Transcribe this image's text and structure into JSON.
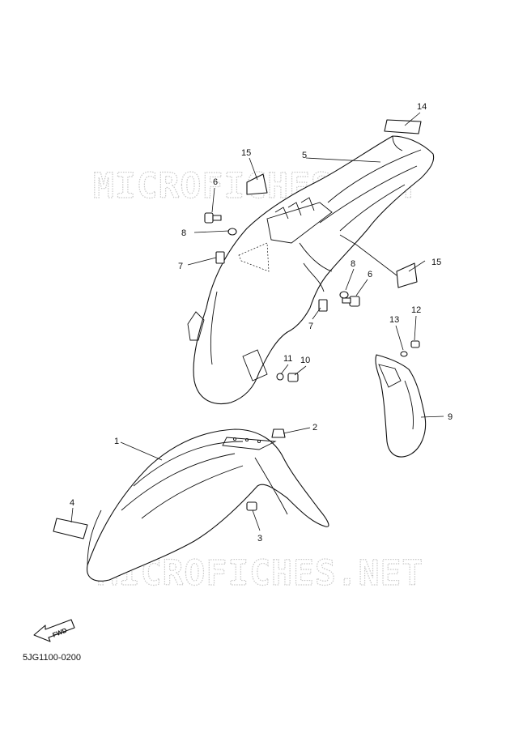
{
  "watermark": "MICROFICHES.NET",
  "diagram_code": "5JG1100-0200",
  "fwd_label": "FWD",
  "callouts": {
    "c1": "1",
    "c2": "2",
    "c3": "3",
    "c4": "4",
    "c5": "5",
    "c6a": "6",
    "c6b": "6",
    "c7a": "7",
    "c7b": "7",
    "c8a": "8",
    "c8b": "8",
    "c9": "9",
    "c10": "10",
    "c11": "11",
    "c12": "12",
    "c13": "13",
    "c14": "14",
    "c15a": "15",
    "c15b": "15"
  },
  "icons": {
    "fwd_arrow": "fwd-arrow-icon"
  }
}
